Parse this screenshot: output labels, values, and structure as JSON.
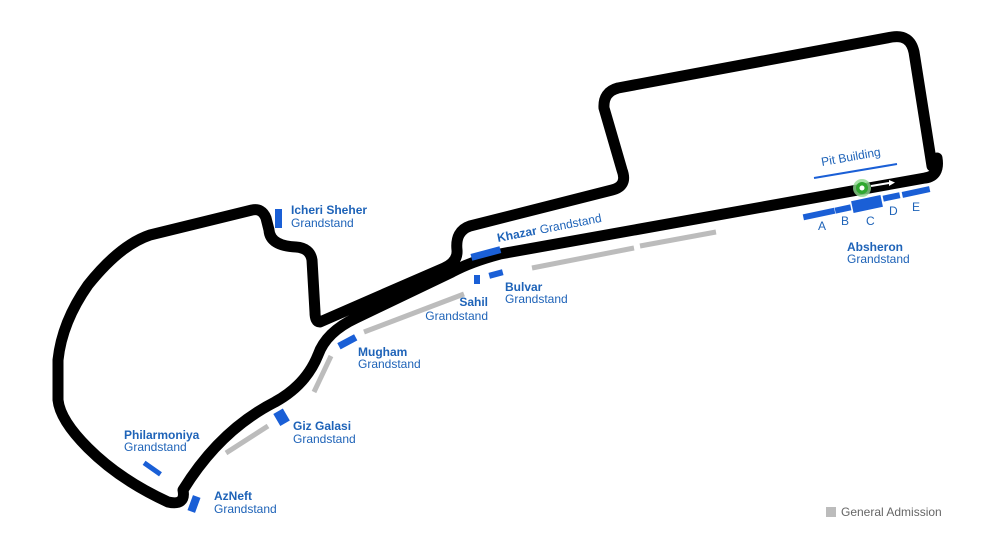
{
  "colors": {
    "track": "#000000",
    "grandstand": "#1a5fd6",
    "general_admission": "#bcbcbc",
    "label": "#1e63b8",
    "start": "#3fbf3f"
  },
  "grandstands": {
    "icheri_sheher": {
      "name": "Icheri Sheher",
      "sub": "Grandstand"
    },
    "khazar": {
      "name": "Khazar",
      "sub": "Grandstand"
    },
    "bulvar": {
      "name": "Bulvar",
      "sub": "Grandstand"
    },
    "sahil": {
      "name": "Sahil",
      "sub": "Grandstand"
    },
    "mugham": {
      "name": "Mugham",
      "sub": "Grandstand"
    },
    "giz_galasi": {
      "name": "Giz Galasi",
      "sub": "Grandstand"
    },
    "philarmoniya": {
      "name": "Philarmoniya",
      "sub": "Grandstand"
    },
    "azneft": {
      "name": "AzNeft",
      "sub": "Grandstand"
    },
    "absheron": {
      "name": "Absheron",
      "sub": "Grandstand",
      "sections": [
        "A",
        "B",
        "C",
        "D",
        "E"
      ]
    }
  },
  "pit_building": "Pit Building",
  "legend": {
    "general_admission": "General Admission"
  },
  "start_icon": "start-finish-icon"
}
